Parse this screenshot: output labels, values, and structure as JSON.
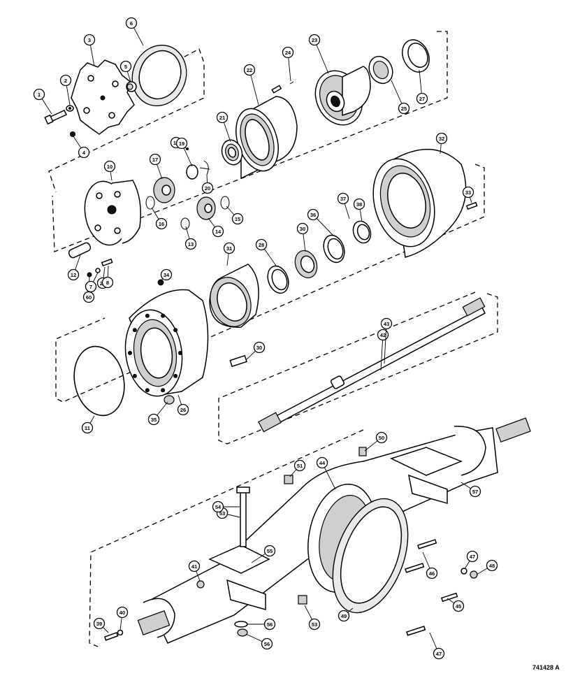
{
  "figure_code": "741428 A",
  "callouts": [
    "1",
    "2",
    "3",
    "4",
    "5",
    "6",
    "10",
    "11",
    "12",
    "13",
    "14",
    "15",
    "16",
    "17",
    "18",
    "19",
    "20",
    "21",
    "22",
    "23",
    "24",
    "25",
    "26",
    "27",
    "28",
    "29",
    "30",
    "30",
    "31",
    "32",
    "33",
    "34",
    "35",
    "36",
    "37",
    "38",
    "39",
    "40",
    "41",
    "42",
    "43",
    "44",
    "45",
    "46",
    "47",
    "47",
    "48",
    "49",
    "50",
    "51",
    "53",
    "53",
    "54",
    "55",
    "56",
    "56",
    "57",
    "60",
    "7",
    "8",
    "9"
  ]
}
